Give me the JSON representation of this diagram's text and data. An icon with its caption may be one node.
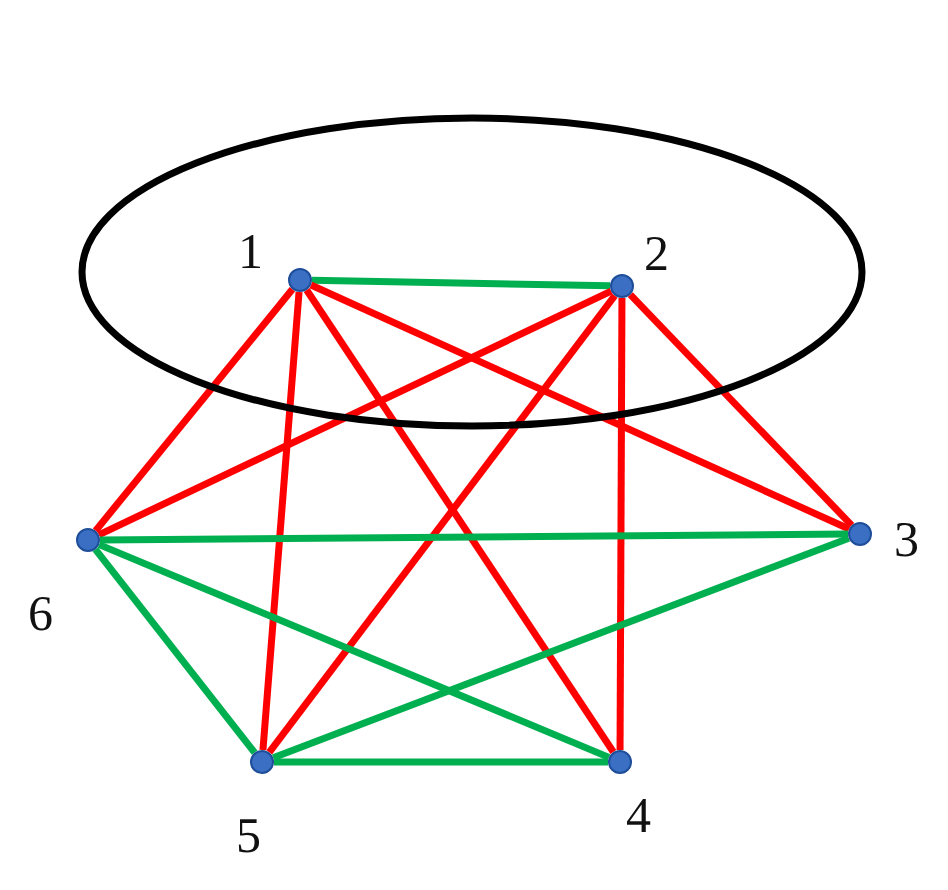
{
  "diagram": {
    "nodes": [
      {
        "text": [],
        "shape": "ellipse"
      },
      {
        "text": [],
        "shape": "circle",
        "beside": [
          "1"
        ],
        "in": 0
      },
      {
        "text": [],
        "shape": "circle",
        "beside": [
          "2"
        ],
        "in": 0
      },
      {
        "text": [],
        "shape": "circle",
        "beside": [
          "3"
        ]
      },
      {
        "text": [],
        "shape": "circle",
        "beside": [
          "4"
        ]
      },
      {
        "text": [],
        "shape": "circle",
        "beside": [
          "5"
        ]
      },
      {
        "text": [],
        "shape": "circle",
        "beside": [
          "6"
        ]
      }
    ],
    "edges": [
      {
        "from": 1,
        "to": 2,
        "arrow": "none",
        "color": "#00b050"
      },
      {
        "from": 1,
        "to": 3,
        "arrow": "none"
      },
      {
        "from": 1,
        "to": 4,
        "arrow": "none"
      },
      {
        "from": 1,
        "to": 5,
        "arrow": "none"
      },
      {
        "from": 1,
        "to": 6,
        "arrow": "none"
      },
      {
        "from": 2,
        "to": 3,
        "arrow": "none"
      },
      {
        "from": 2,
        "to": 4,
        "arrow": "none"
      },
      {
        "from": 2,
        "to": 5,
        "arrow": "none"
      },
      {
        "from": 2,
        "to": 6,
        "arrow": "none"
      },
      {
        "from": 6,
        "to": 3,
        "arrow": "none",
        "color": "#00b050"
      },
      {
        "from": 6,
        "to": 4,
        "arrow": "none",
        "color": "#00b050"
      },
      {
        "from": 6,
        "to": 5,
        "arrow": "none",
        "color": "#00b050"
      },
      {
        "from": 5,
        "to": 4,
        "arrow": "none",
        "color": "#00b050"
      },
      {
        "from": 5,
        "to": 3,
        "arrow": "none",
        "color": "#00b050"
      }
    ]
  }
}
